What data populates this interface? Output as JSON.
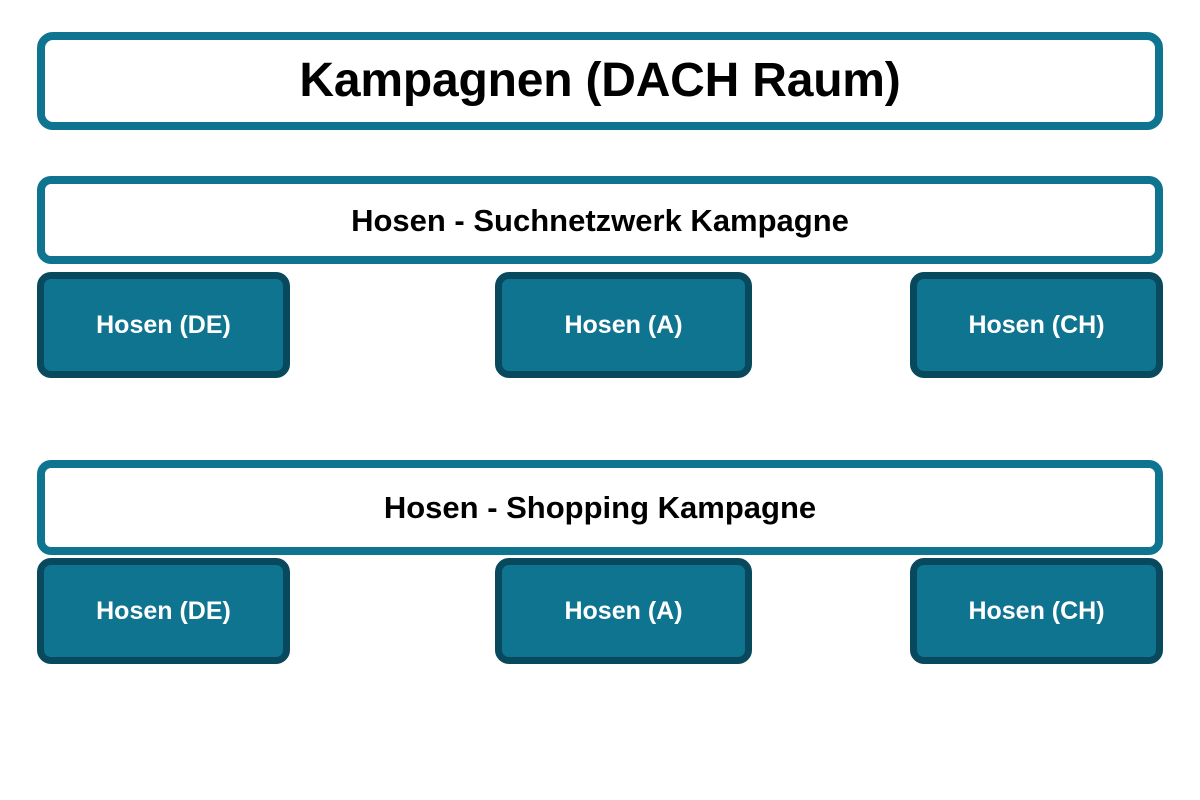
{
  "diagram": {
    "title": "Kampagnen (DACH Raum)",
    "theme": {
      "accent": "#0e7490",
      "accent_dark": "#08495e",
      "box_fill": "#ffffff",
      "text_dark": "#000000",
      "text_light": "#ffffff",
      "page_background": "#ffffff"
    },
    "campaigns": [
      {
        "name": "Hosen - Suchnetzwerk Kampagne",
        "children": [
          {
            "label": "Hosen (DE)"
          },
          {
            "label": "Hosen (A)"
          },
          {
            "label": "Hosen (CH)"
          }
        ]
      },
      {
        "name": "Hosen - Shopping Kampagne",
        "children": [
          {
            "label": "Hosen (DE)"
          },
          {
            "label": "Hosen (A)"
          },
          {
            "label": "Hosen (CH)"
          }
        ]
      }
    ]
  }
}
